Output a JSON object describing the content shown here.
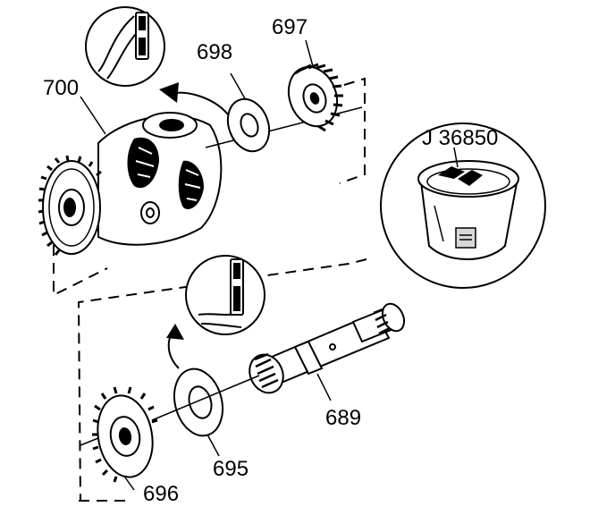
{
  "callouts": {
    "c700": "700",
    "c698": "698",
    "c697": "697",
    "c689": "689",
    "c695": "695",
    "c696": "696"
  },
  "tool": {
    "label": "J 36850"
  }
}
